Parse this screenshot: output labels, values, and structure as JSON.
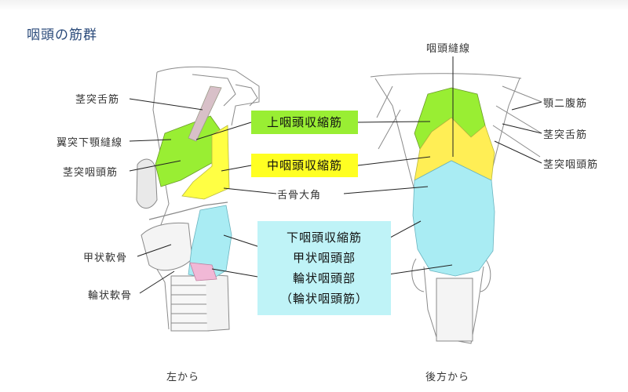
{
  "title": "咽頭の筋群",
  "left_view": {
    "caption": "左から",
    "labels": {
      "stylohyoid": "茎突舌筋",
      "pterygomandibular": "翼突下顎縫線",
      "stylopharyngeus": "茎突咽頭筋",
      "thyroid": "甲状軟骨",
      "cricoid": "輪状軟骨"
    }
  },
  "right_view": {
    "caption": "後方から",
    "labels": {
      "raphe": "咽頭縫線",
      "digastric": "顎二腹筋",
      "stylohyoid": "茎突舌筋",
      "stylopharyngeus": "茎突咽頭筋"
    }
  },
  "center": {
    "superior": "上咽頭収縮筋",
    "middle": "中咽頭収縮筋",
    "hyoid_horn": "舌骨大角",
    "inferior_title": "下咽頭収縮筋",
    "inferior_thyro": "甲状咽頭部",
    "inferior_crico": "輪状咽頭部",
    "inferior_crico_alt": "（輪状咽頭筋）"
  },
  "colors": {
    "superior": "#99ee33",
    "middle": "#ffff22",
    "inferior": "#bff3f7",
    "title": "#2a4a7a"
  }
}
